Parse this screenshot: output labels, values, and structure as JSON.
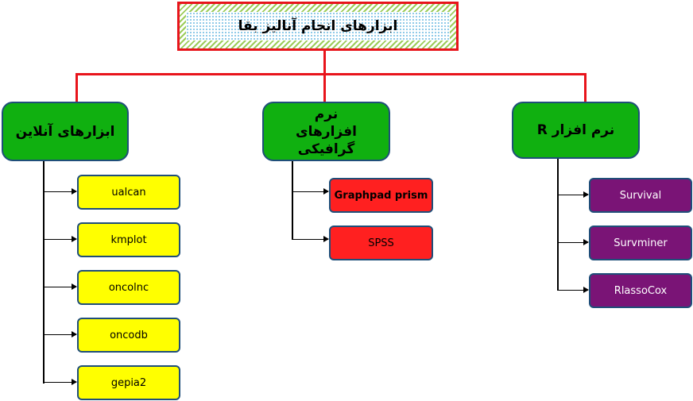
{
  "title": "ابزارهای انجام آنالیز بقا",
  "branches": [
    {
      "label": "ابزارهای آنلاین",
      "items": [
        "ualcan",
        "kmplot",
        "oncolnc",
        "oncodb",
        "gepia2"
      ]
    },
    {
      "label": "نرم افزارهای گرافیکی",
      "items": [
        "Graphpad prism",
        "SPSS"
      ]
    },
    {
      "label": "نرم افزار R",
      "items": [
        "Survival",
        "Survminer",
        "RlassoCox"
      ]
    }
  ],
  "colors": {
    "title_border": "#e8141b",
    "category": "#10b010",
    "online": "#ffff00",
    "graphic": "#ff2020",
    "r": "#7a1476"
  }
}
